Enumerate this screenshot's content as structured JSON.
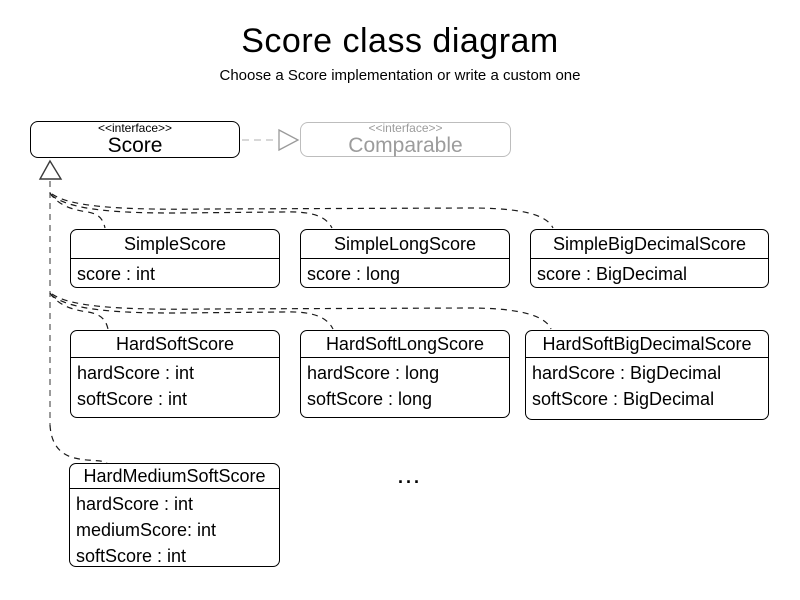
{
  "header": {
    "title": "Score class diagram",
    "subtitle": "Choose a Score implementation or write a custom one"
  },
  "interfaces": {
    "score": {
      "stereotype": "<<interface>>",
      "name": "Score"
    },
    "comparable": {
      "stereotype": "<<interface>>",
      "name": "Comparable"
    }
  },
  "classes": [
    {
      "name": "SimpleScore",
      "attributes": [
        "score : int"
      ]
    },
    {
      "name": "SimpleLongScore",
      "attributes": [
        "score : long"
      ]
    },
    {
      "name": "SimpleBigDecimalScore",
      "attributes": [
        "score : BigDecimal"
      ]
    },
    {
      "name": "HardSoftScore",
      "attributes": [
        "hardScore : int",
        "softScore : int"
      ]
    },
    {
      "name": "HardSoftLongScore",
      "attributes": [
        "hardScore : long",
        "softScore : long"
      ]
    },
    {
      "name": "HardSoftBigDecimalScore",
      "attributes": [
        "hardScore : BigDecimal",
        "softScore : BigDecimal"
      ]
    },
    {
      "name": "HardMediumSoftScore",
      "attributes": [
        "hardScore : int",
        "mediumScore: int",
        "softScore : int"
      ]
    }
  ],
  "ellipsis": "...",
  "colors": {
    "ink": "#000000",
    "muted_text": "#9c9c9c",
    "muted_border": "#bdbdbd",
    "connector_dark": "#1a1a1a",
    "connector_mid": "#6f6f6f",
    "connector_light": "#cccccc",
    "background": "#ffffff"
  }
}
